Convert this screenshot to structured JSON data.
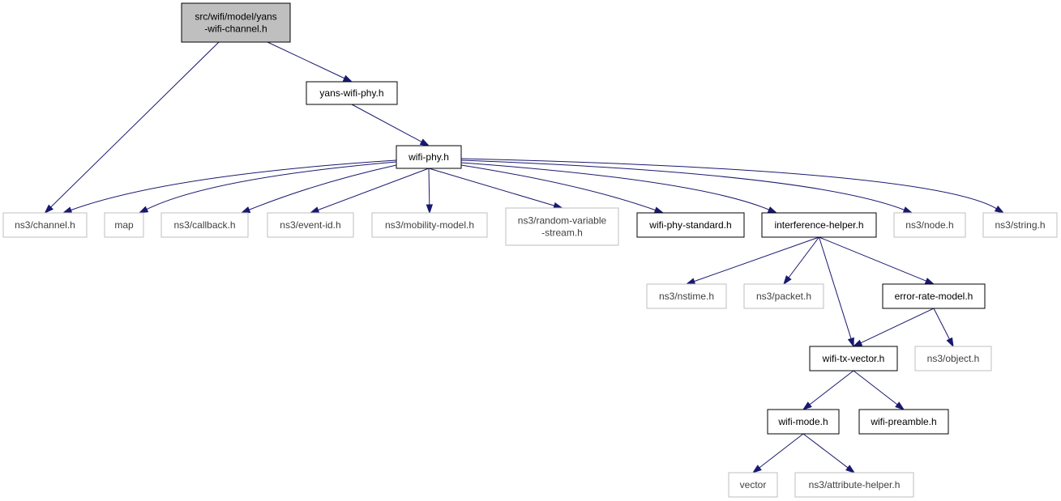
{
  "colors": {
    "edge": "#191970",
    "root_fill": "#bfbfbf",
    "documented_border": "#000000",
    "external_border": "#bfbfbf",
    "external_text": "#404040"
  },
  "nodes": [
    {
      "id": "yans-wifi-channel",
      "kind": "root",
      "lines": [
        "src/wifi/model/yans",
        "-wifi-channel.h"
      ]
    },
    {
      "id": "yans-wifi-phy",
      "kind": "doc",
      "lines": [
        "yans-wifi-phy.h"
      ]
    },
    {
      "id": "wifi-phy",
      "kind": "doc",
      "lines": [
        "wifi-phy.h"
      ]
    },
    {
      "id": "ns3-channel",
      "kind": "ext",
      "lines": [
        "ns3/channel.h"
      ]
    },
    {
      "id": "map",
      "kind": "ext",
      "lines": [
        "map"
      ]
    },
    {
      "id": "ns3-callback",
      "kind": "ext",
      "lines": [
        "ns3/callback.h"
      ]
    },
    {
      "id": "ns3-event-id",
      "kind": "ext",
      "lines": [
        "ns3/event-id.h"
      ]
    },
    {
      "id": "ns3-mobility-model",
      "kind": "ext",
      "lines": [
        "ns3/mobility-model.h"
      ]
    },
    {
      "id": "ns3-random-variable-stream",
      "kind": "ext",
      "lines": [
        "ns3/random-variable",
        "-stream.h"
      ]
    },
    {
      "id": "wifi-phy-standard",
      "kind": "doc",
      "lines": [
        "wifi-phy-standard.h"
      ]
    },
    {
      "id": "interference-helper",
      "kind": "doc",
      "lines": [
        "interference-helper.h"
      ]
    },
    {
      "id": "ns3-node",
      "kind": "ext",
      "lines": [
        "ns3/node.h"
      ]
    },
    {
      "id": "ns3-string",
      "kind": "ext",
      "lines": [
        "ns3/string.h"
      ]
    },
    {
      "id": "ns3-nstime",
      "kind": "ext",
      "lines": [
        "ns3/nstime.h"
      ]
    },
    {
      "id": "ns3-packet",
      "kind": "ext",
      "lines": [
        "ns3/packet.h"
      ]
    },
    {
      "id": "error-rate-model",
      "kind": "doc",
      "lines": [
        "error-rate-model.h"
      ]
    },
    {
      "id": "wifi-tx-vector",
      "kind": "doc",
      "lines": [
        "wifi-tx-vector.h"
      ]
    },
    {
      "id": "ns3-object",
      "kind": "ext",
      "lines": [
        "ns3/object.h"
      ]
    },
    {
      "id": "wifi-mode",
      "kind": "doc",
      "lines": [
        "wifi-mode.h"
      ]
    },
    {
      "id": "wifi-preamble",
      "kind": "doc",
      "lines": [
        "wifi-preamble.h"
      ]
    },
    {
      "id": "vector",
      "kind": "ext",
      "lines": [
        "vector"
      ]
    },
    {
      "id": "ns3-attribute-helper",
      "kind": "ext",
      "lines": [
        "ns3/attribute-helper.h"
      ]
    }
  ],
  "edges": [
    {
      "from": "yans-wifi-channel",
      "to": "ns3-channel"
    },
    {
      "from": "yans-wifi-channel",
      "to": "yans-wifi-phy"
    },
    {
      "from": "yans-wifi-phy",
      "to": "wifi-phy"
    },
    {
      "from": "wifi-phy",
      "to": "ns3-channel"
    },
    {
      "from": "wifi-phy",
      "to": "map"
    },
    {
      "from": "wifi-phy",
      "to": "ns3-callback"
    },
    {
      "from": "wifi-phy",
      "to": "ns3-event-id"
    },
    {
      "from": "wifi-phy",
      "to": "ns3-mobility-model"
    },
    {
      "from": "wifi-phy",
      "to": "ns3-random-variable-stream"
    },
    {
      "from": "wifi-phy",
      "to": "wifi-phy-standard"
    },
    {
      "from": "wifi-phy",
      "to": "interference-helper"
    },
    {
      "from": "wifi-phy",
      "to": "ns3-node"
    },
    {
      "from": "wifi-phy",
      "to": "ns3-string"
    },
    {
      "from": "interference-helper",
      "to": "ns3-nstime"
    },
    {
      "from": "interference-helper",
      "to": "ns3-packet"
    },
    {
      "from": "interference-helper",
      "to": "error-rate-model"
    },
    {
      "from": "interference-helper",
      "to": "wifi-tx-vector"
    },
    {
      "from": "error-rate-model",
      "to": "wifi-tx-vector"
    },
    {
      "from": "error-rate-model",
      "to": "ns3-object"
    },
    {
      "from": "wifi-tx-vector",
      "to": "wifi-mode"
    },
    {
      "from": "wifi-tx-vector",
      "to": "wifi-preamble"
    },
    {
      "from": "wifi-mode",
      "to": "vector"
    },
    {
      "from": "wifi-mode",
      "to": "ns3-attribute-helper"
    }
  ]
}
